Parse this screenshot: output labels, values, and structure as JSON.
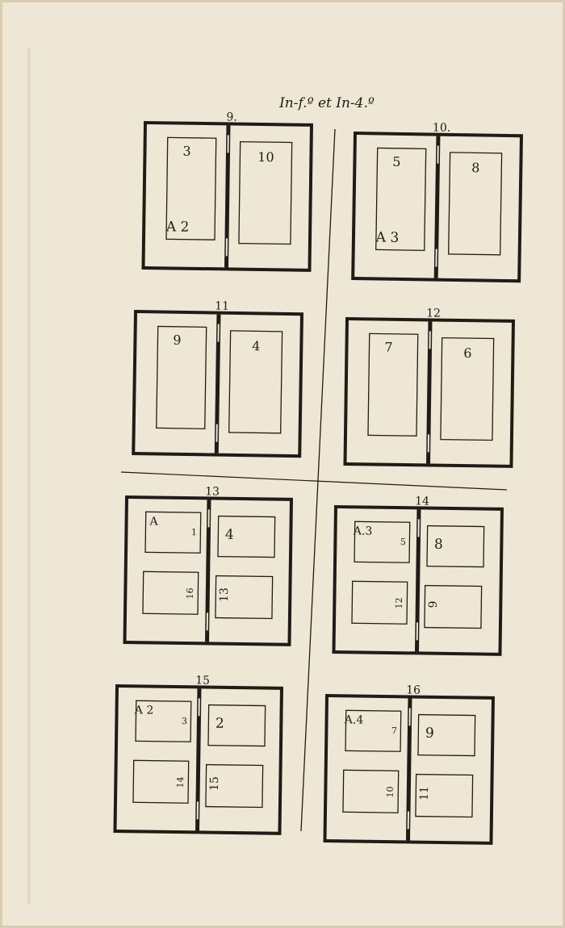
{
  "header": {
    "title": "In-f.º et In-4.º"
  },
  "colors": {
    "paper": "#efe7d6",
    "ink": "#1f1b16",
    "edge": "#e2d7c0"
  },
  "plates": [
    {
      "number": "9.",
      "pages": [
        {
          "text": "3",
          "sig": "A 2"
        },
        {
          "text": "10"
        }
      ]
    },
    {
      "number": "10.",
      "pages": [
        {
          "text": "5",
          "sig": "A 3"
        },
        {
          "text": "8"
        }
      ]
    },
    {
      "number": "11",
      "pages": [
        {
          "text": "9"
        },
        {
          "text": "4"
        }
      ]
    },
    {
      "number": "12",
      "pages": [
        {
          "text": "7"
        },
        {
          "text": "6"
        }
      ]
    },
    {
      "number": "13",
      "pages": [
        {
          "text": "1",
          "sig": "A"
        },
        {
          "text": "4"
        },
        {
          "text": "16"
        },
        {
          "text": "13"
        }
      ]
    },
    {
      "number": "14",
      "pages": [
        {
          "text": "5",
          "sig": "A.3"
        },
        {
          "text": "8"
        },
        {
          "text": "12"
        },
        {
          "text": "9"
        }
      ]
    },
    {
      "number": "15",
      "pages": [
        {
          "text": "3",
          "sig": "A 2"
        },
        {
          "text": "2"
        },
        {
          "text": "14"
        },
        {
          "text": "15"
        }
      ]
    },
    {
      "number": "16",
      "pages": [
        {
          "text": "7",
          "sig": "A.4"
        },
        {
          "text": "9"
        },
        {
          "text": "10"
        },
        {
          "text": "11"
        }
      ]
    }
  ]
}
